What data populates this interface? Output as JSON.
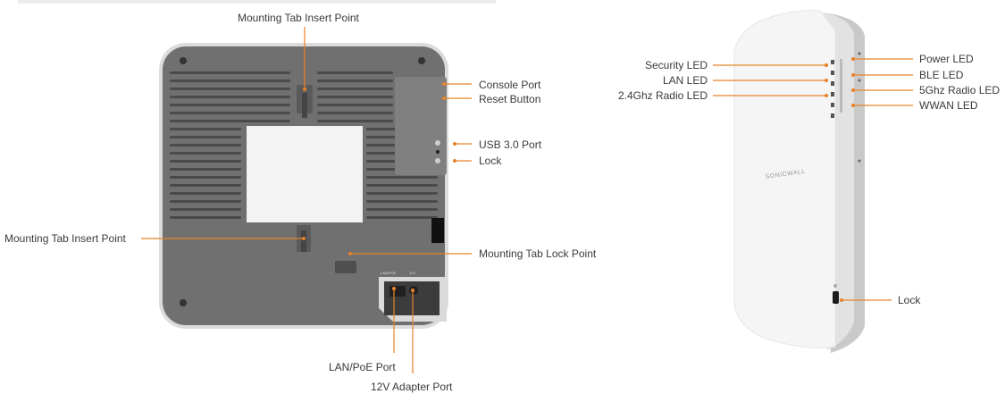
{
  "labels": {
    "mount_tab_top": "Mounting Tab Insert Point",
    "mount_tab_left": "Mounting Tab Insert Point",
    "console_port": "Console Port",
    "reset_button": "Reset Button",
    "usb_port": "USB 3.0 Port",
    "lock_back": "Lock",
    "mount_lock": "Mounting Tab Lock Point",
    "lan_poe": "LAN/PoE Port",
    "adapter_port": "12V Adapter Port",
    "security_led": "Security LED",
    "lan_led": "LAN LED",
    "radio24_led": "2.4Ghz Radio LED",
    "power_led": "Power LED",
    "ble_led": "BLE LED",
    "radio5_led": "5Ghz Radio LED",
    "wwan_led": "WWAN LED",
    "lock_side": "Lock"
  },
  "device": {
    "brand": "SONICWALL",
    "port_text_lan": "LAN/POE",
    "port_text_dc": "12V"
  },
  "colors": {
    "accent": "#e8832a",
    "body_grey": "#6e6e6e",
    "white_case": "#f4f4f4"
  }
}
